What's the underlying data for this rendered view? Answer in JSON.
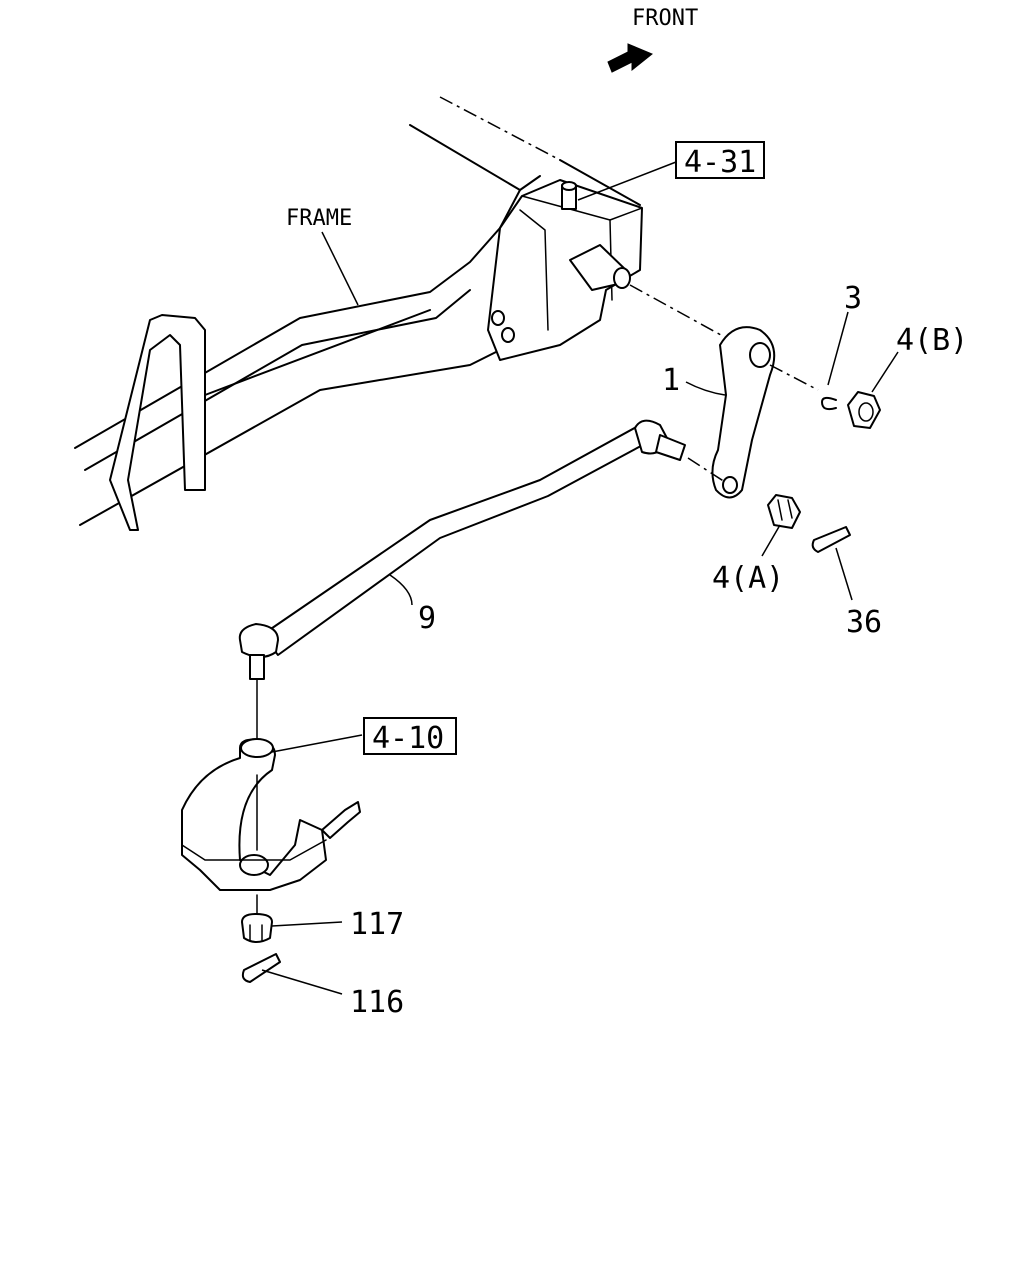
{
  "labels": {
    "front": "FRONT",
    "frame": "FRAME",
    "ref_431": "4-31",
    "ref_410": "4-10",
    "p1": "1",
    "p3": "3",
    "p4b": "4(B)",
    "p4a": "4(A)",
    "p9": "9",
    "p36": "36",
    "p117": "117",
    "p116": "116"
  }
}
